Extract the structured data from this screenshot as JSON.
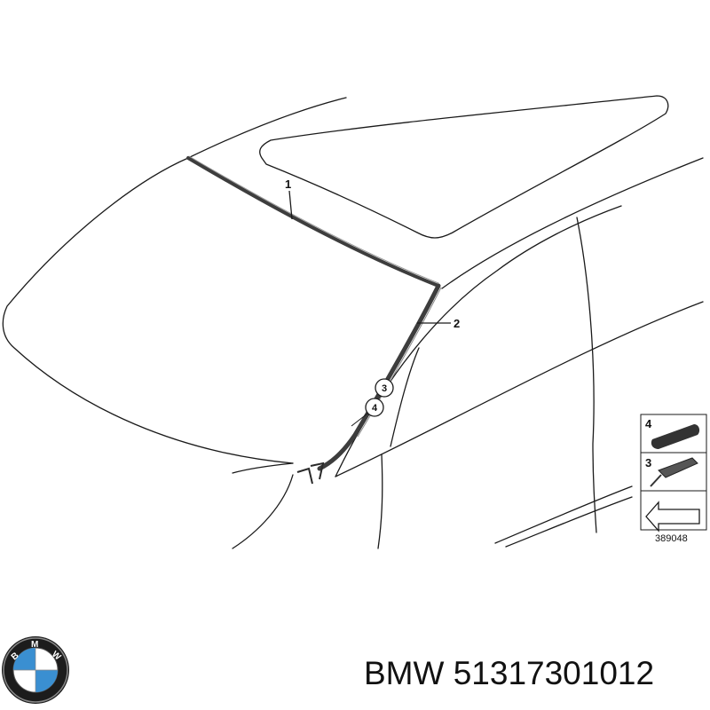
{
  "callouts": {
    "c1": "1",
    "c2": "2",
    "c3": "3",
    "c4": "4"
  },
  "legend": {
    "item4": "4",
    "item3": "3"
  },
  "diagram_ref": "389048",
  "logo": {
    "text": "BMW",
    "icon": "bmw-roundel-icon"
  },
  "brand": "BMW",
  "part_number": "51317301012",
  "colors": {
    "line": "#1a1a1a",
    "seal": "#4a4a4a",
    "logo_blue": "#3a8fd1",
    "logo_ring": "#1c1c1c"
  }
}
